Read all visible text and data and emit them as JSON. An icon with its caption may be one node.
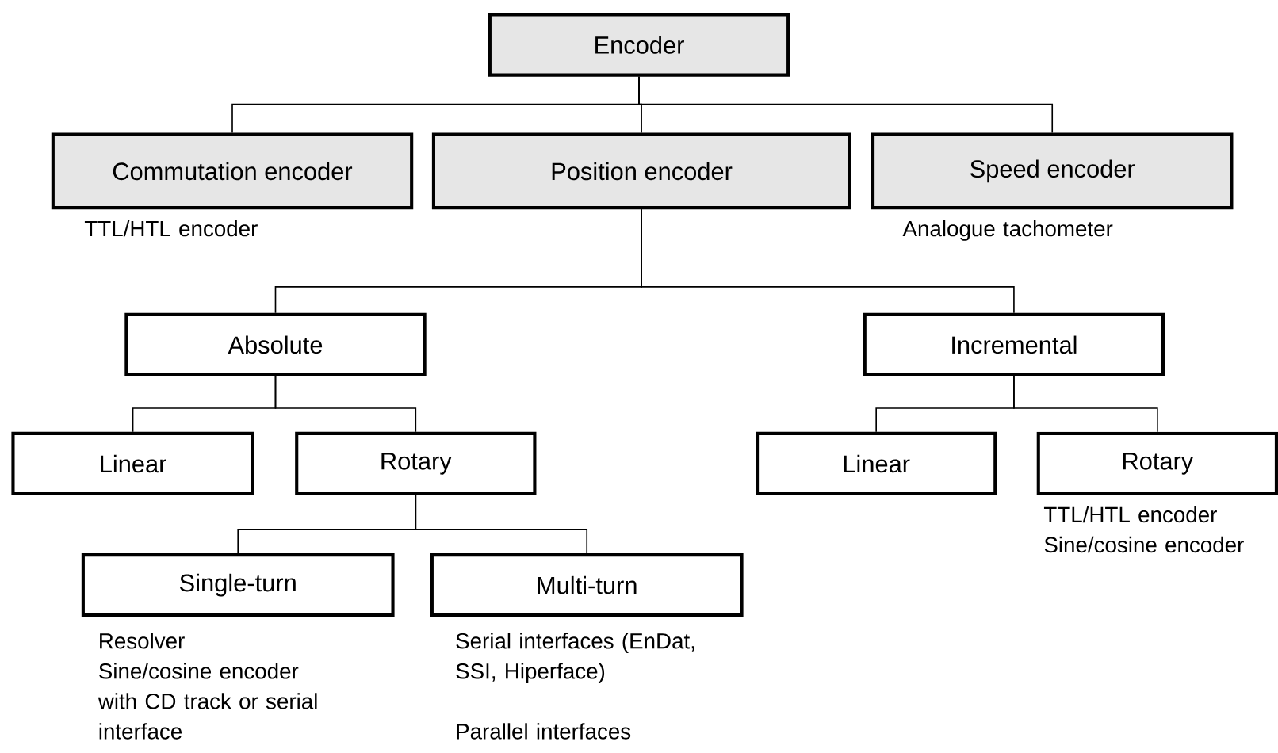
{
  "diagram": {
    "nodes": [
      {
        "text": [
          "Encoder"
        ]
      },
      {
        "text": [
          "Commutation encoder"
        ],
        "beside": [
          "TTL/HTL encoder"
        ]
      },
      {
        "text": [
          "Position encoder"
        ]
      },
      {
        "text": [
          "Speed encoder"
        ],
        "beside": [
          "Analogue tachometer"
        ]
      },
      {
        "text": [
          "Absolute"
        ]
      },
      {
        "text": [
          "Incremental"
        ]
      },
      {
        "text": [
          "Linear"
        ]
      },
      {
        "text": [
          "Rotary"
        ]
      },
      {
        "text": [
          "Linear"
        ]
      },
      {
        "text": [
          "Rotary"
        ],
        "beside": [
          "TTL/HTL encoder",
          "Sine/cosine encoder"
        ]
      },
      {
        "text": [
          "Single-turn"
        ],
        "beside": [
          "Resolver",
          "Sine/cosine encoder with CD track or serial interface"
        ]
      },
      {
        "text": [
          "Multi-turn"
        ],
        "beside": [
          "Serial interfaces (EnDat, SSI, Hiperface)",
          "Parallel interfaces"
        ]
      }
    ],
    "edges": [
      {
        "from": 0,
        "to": 1,
        "arrow": "none"
      },
      {
        "from": 0,
        "to": 2,
        "arrow": "none"
      },
      {
        "from": 0,
        "to": 3,
        "arrow": "none"
      },
      {
        "from": 2,
        "to": 4,
        "arrow": "none"
      },
      {
        "from": 2,
        "to": 5,
        "arrow": "none"
      },
      {
        "from": 4,
        "to": 6,
        "arrow": "none"
      },
      {
        "from": 4,
        "to": 7,
        "arrow": "none"
      },
      {
        "from": 5,
        "to": 8,
        "arrow": "none"
      },
      {
        "from": 5,
        "to": 9,
        "arrow": "none"
      },
      {
        "from": 7,
        "to": 10,
        "arrow": "none"
      },
      {
        "from": 7,
        "to": 11,
        "arrow": "none"
      }
    ]
  }
}
